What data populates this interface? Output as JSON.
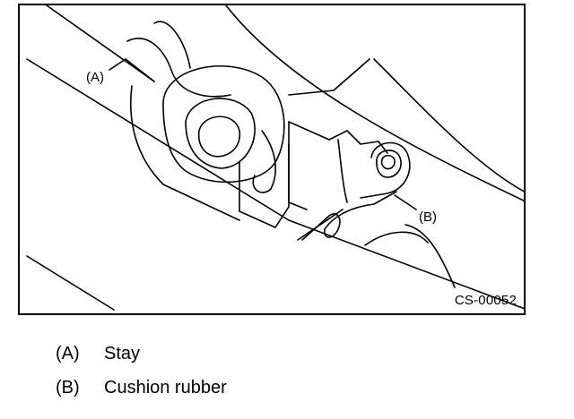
{
  "figure": {
    "callouts": {
      "a": "(A)",
      "b": "(B)"
    },
    "figure_id": "CS-00052"
  },
  "legend": [
    {
      "key": "(A)",
      "label": "Stay"
    },
    {
      "key": "(B)",
      "label": "Cushion rubber"
    }
  ]
}
